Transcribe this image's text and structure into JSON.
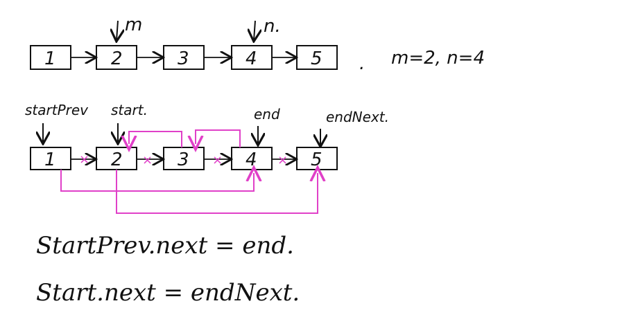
{
  "list1": {
    "nodes": [
      "1",
      "2",
      "3",
      "4",
      "5"
    ],
    "pointer_m": "m",
    "pointer_n": "n.",
    "params": "m=2, n=4",
    "dot": "."
  },
  "list2": {
    "nodes": [
      "1",
      "2",
      "3",
      "4",
      "5"
    ],
    "labels": {
      "start_prev": "startPrev",
      "start": "start.",
      "end": "end",
      "end_next": "endNext."
    },
    "cross_mark": "×"
  },
  "equations": {
    "line1": "StartPrev.next = end.",
    "line2": "Start.next = endNext."
  },
  "colors": {
    "ink": "#111111",
    "accent": "#e040c8"
  }
}
